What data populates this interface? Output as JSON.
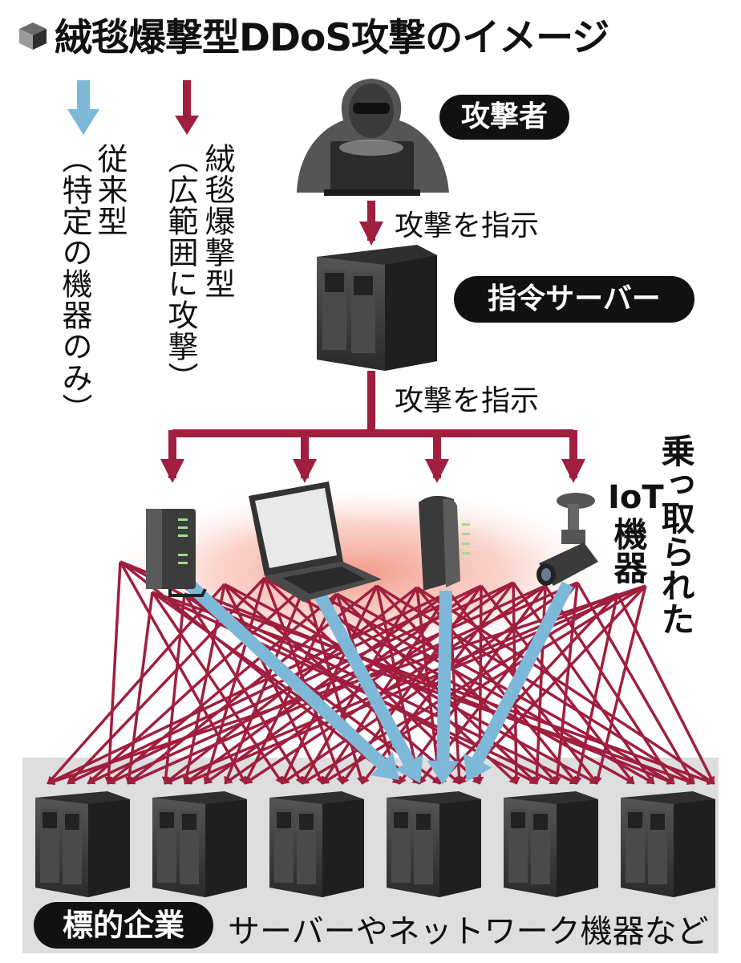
{
  "title": "絨毯爆撃型DDoS攻撃のイメージ",
  "legend": {
    "traditional": {
      "label": "従来型",
      "note": "（特定の機器のみ）",
      "color": "#7eb8d8"
    },
    "carpet": {
      "label": "絨毯爆撃型",
      "note": "（広範囲に攻撃）",
      "color": "#a01e3e"
    }
  },
  "nodes": {
    "attacker": "攻撃者",
    "command_server": "指令サーバー",
    "hijacked_devices": {
      "prefix": "乗っ取られた",
      "iot": "IoT",
      "suffix": "機器"
    },
    "target": "標的企業",
    "target_desc": "サーバーやネットワーク機器など"
  },
  "edges": {
    "attacker_to_server": "攻撃を指示",
    "server_to_devices": "攻撃を指示"
  },
  "colors": {
    "dark_red": "#a01e3e",
    "light_blue": "#7eb8d8",
    "panel_gray": "#dedede",
    "server_dark": "#3a3a3a"
  },
  "devices": [
    "router-a",
    "laptop",
    "router-b",
    "security-camera"
  ],
  "target_servers": [
    "server-1",
    "server-2",
    "server-3",
    "server-4",
    "server-5",
    "server-6"
  ]
}
